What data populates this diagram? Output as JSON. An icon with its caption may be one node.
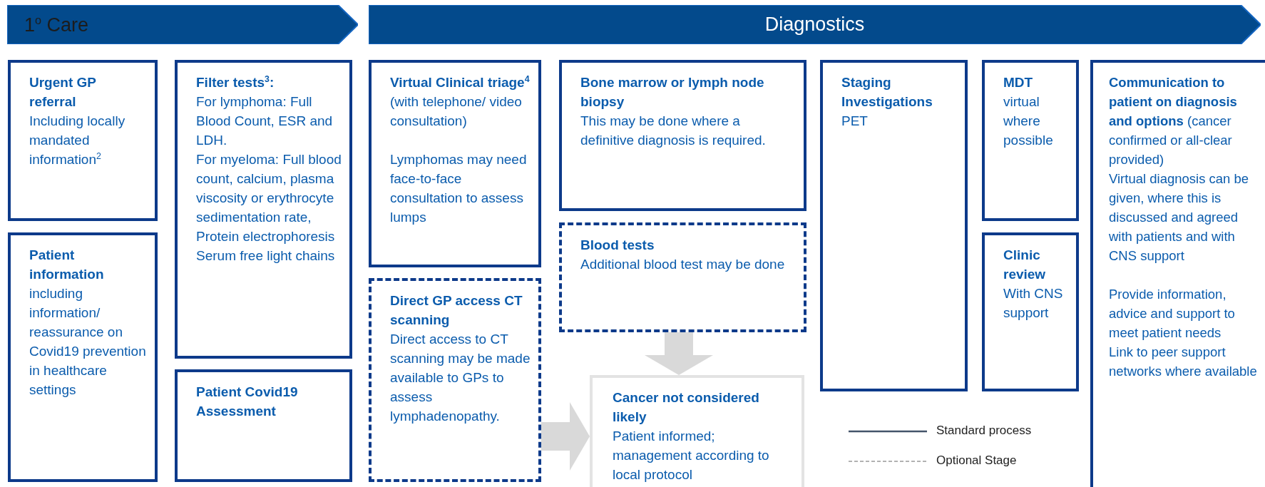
{
  "diagram": {
    "nodes": [
      {
        "text": [
          "1$^{o}$ Care"
        ]
      },
      {
        "text": [
          "Diagnostics"
        ]
      },
      {
        "text": [
          "Urgent GP referral",
          "Including locally mandated information$^{2}$"
        ]
      },
      {
        "text": [
          "Patient information",
          "including information/ reassurance on Covid19 prevention in healthcare settings"
        ]
      },
      {
        "text": [
          "Filter tests$^{3}$:",
          "For lymphoma: Full Blood Count, ESR and LDH.",
          "For myeloma: Full blood count, calcium, plasma viscosity or erythrocyte sedimentation rate, Protein electrophoresis Serum free light chains"
        ]
      },
      {
        "text": [
          "Patient Covid19 Assessment"
        ]
      },
      {
        "text": [
          "Virtual Clinical triage$^{4}$",
          "(with telephone/ video consultation)",
          "Lymphomas may need face-to-face consultation to assess lumps"
        ]
      },
      {
        "text": [
          "Direct GP access CT scanning",
          "Direct access to CT scanning may be made available to GPs to assess lymphadenopathy."
        ]
      },
      {
        "text": [
          "Bone marrow or lymph node biopsy",
          "This may be done where a definitive diagnosis is required."
        ]
      },
      {
        "text": [
          "Blood tests",
          "Additional blood test may be done"
        ]
      },
      {
        "text": [
          "Cancer not considered likely",
          "Patient informed; management according to local protocol"
        ]
      },
      {
        "text": [
          "Staging Investigations",
          "PET"
        ]
      },
      {
        "text": [
          "MDT",
          "virtual where possible"
        ]
      },
      {
        "text": [
          "Clinic review",
          "With CNS support"
        ]
      },
      {
        "text": [
          "**Communication to patient on diagnosis and options** (cancer confirmed or all-clear provided)",
          "Virtual diagnosis can be given, where this is discussed and agreed with patients and with CNS support",
          "Provide information, advice and support to meet patient needs",
          "Link to peer support networks where available"
        ]
      }
    ],
    "edges": [
      {
        "from": 9,
        "to": 10,
        "arrow": "to"
      },
      {
        "from": 7,
        "to": 10,
        "arrow": "to"
      }
    ],
    "legend": [
      {
        "text": "Standard process"
      },
      {
        "text": "Optional Stage"
      }
    ]
  }
}
